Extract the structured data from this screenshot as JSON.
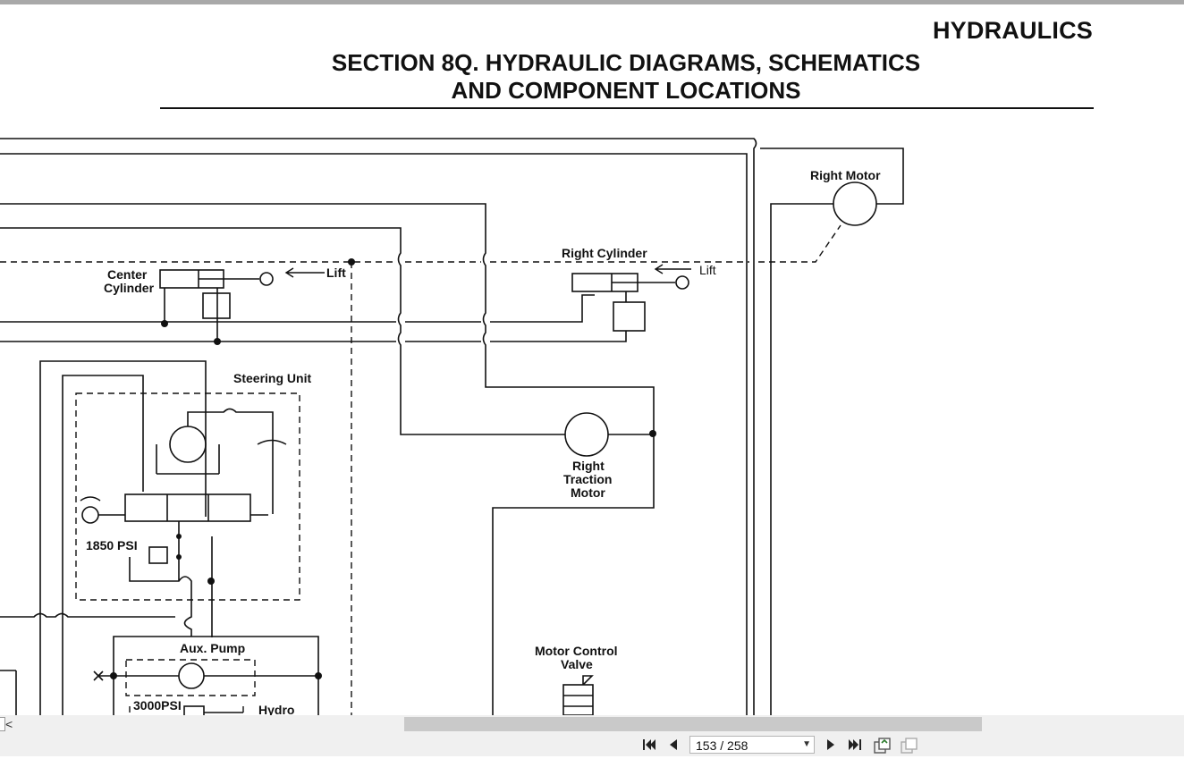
{
  "document": {
    "header": "HYDRAULICS",
    "title_line1": "SECTION 8Q. HYDRAULIC DIAGRAMS, SCHEMATICS",
    "title_line2": "AND COMPONENT LOCATIONS"
  },
  "schematic": {
    "labels": {
      "right_motor": "Right Motor",
      "right_cylinder": "Right Cylinder",
      "lift_right": "Lift",
      "center_cylinder_1": "Center",
      "center_cylinder_2": "Cylinder",
      "lift_center": "Lift",
      "steering_unit": "Steering Unit",
      "psi_1850": "1850 PSI",
      "right_traction_1": "Right",
      "right_traction_2": "Traction",
      "right_traction_3": "Motor",
      "aux_pump": "Aux. Pump",
      "psi_3000": "3000PSI",
      "hydro": "Hydro",
      "motor_control_1": "Motor Control",
      "motor_control_2": "Valve"
    }
  },
  "toolbar": {
    "page_indicator": "153 / 258",
    "first_page_icon": "first-page-icon",
    "prev_page_icon": "prev-page-icon",
    "next_page_icon": "next-page-icon",
    "last_page_icon": "last-page-icon",
    "thumbnails_icon": "thumbnails-icon",
    "bookmarks_icon": "bookmarks-icon"
  },
  "scrollbar": {
    "left_arrow": "<"
  }
}
